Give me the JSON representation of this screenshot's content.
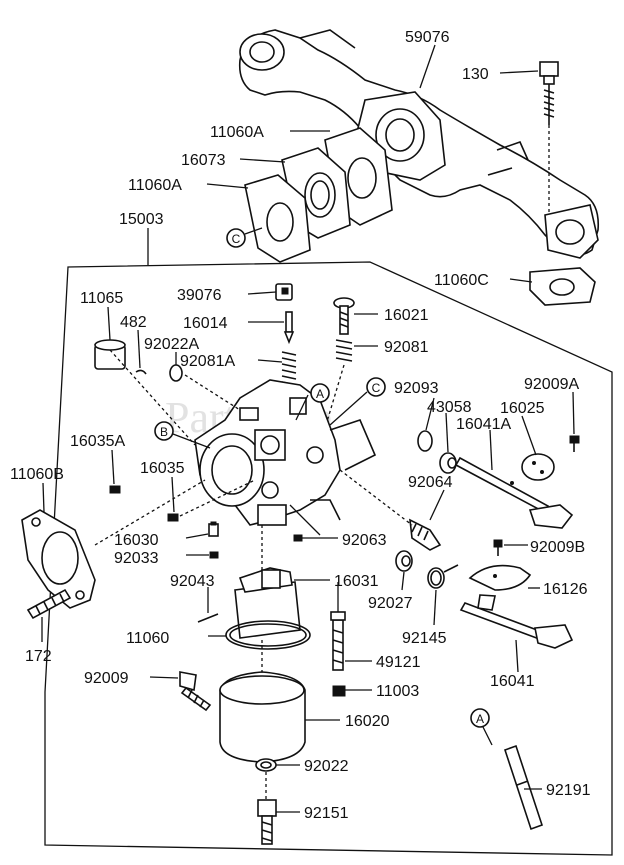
{
  "watermark": "PartsTree",
  "callouts": {
    "c59076": "59076",
    "c130": "130",
    "c11060A_1": "11060A",
    "c16073": "16073",
    "c11060A_2": "11060A",
    "c15003": "15003",
    "c11060C": "11060C",
    "c11065": "11065",
    "c39076": "39076",
    "c482": "482",
    "c16014": "16014",
    "c16021": "16021",
    "c92022A": "92022A",
    "c92081A": "92081A",
    "c92081": "92081",
    "c92093": "92093",
    "c43058": "43058",
    "c16025": "16025",
    "c92009A": "92009A",
    "c16041A": "16041A",
    "c16035A": "16035A",
    "c16035": "16035",
    "c92064": "92064",
    "c11060B": "11060B",
    "c16030": "16030",
    "c92063": "92063",
    "c92009B": "92009B",
    "c92033": "92033",
    "c16031": "16031",
    "c16126": "16126",
    "c92043": "92043",
    "c92027": "92027",
    "c92145": "92145",
    "c11060": "11060",
    "c49121": "49121",
    "c172": "172",
    "c16041": "16041",
    "c92009": "92009",
    "c11003": "11003",
    "c16020": "16020",
    "c92022": "92022",
    "c92191": "92191",
    "c92151": "92151"
  },
  "reference_markers": {
    "a1": "A",
    "a2": "A",
    "b": "B",
    "c1": "C",
    "c2": "C"
  }
}
